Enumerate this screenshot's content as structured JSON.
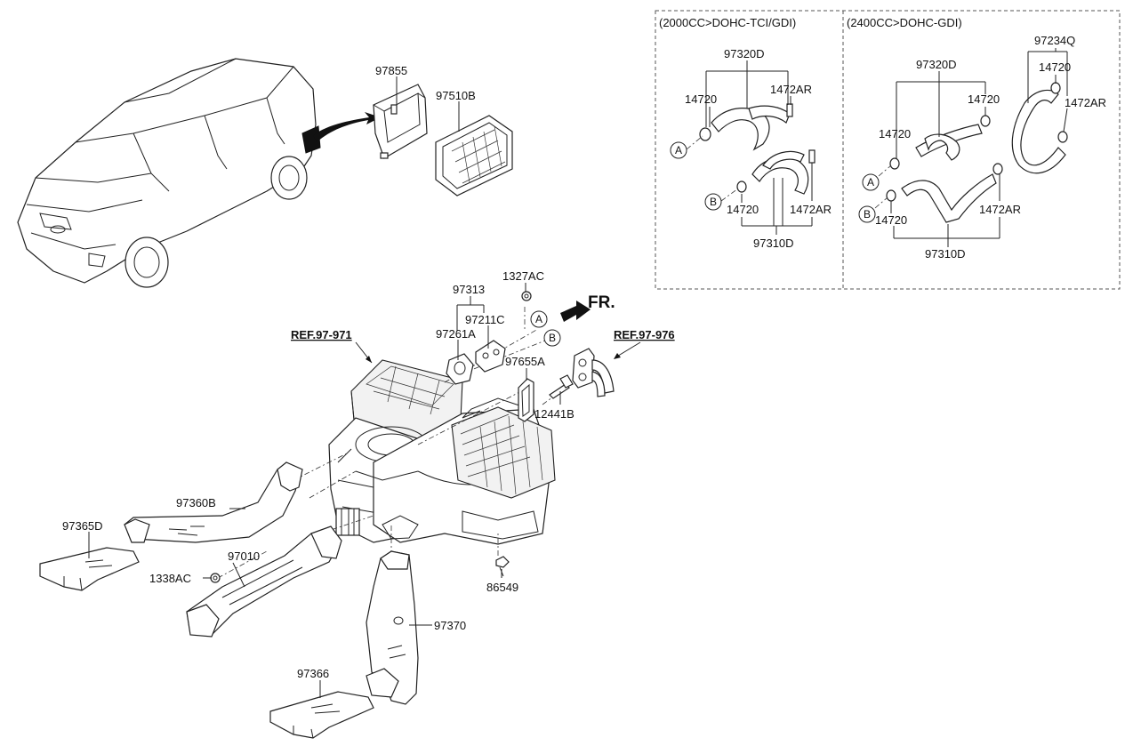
{
  "diagram": {
    "variant_headers": {
      "left": "(2000CC>DOHC-TCI/GDI)",
      "right": "(2400CC>DOHC-GDI)"
    },
    "references": {
      "ref_97_971": "REF.97-971",
      "ref_97_976": "REF.97-976"
    },
    "front_marker": "FR.",
    "callouts": {
      "a": "A",
      "b": "B"
    },
    "main_labels": {
      "p97855": "97855",
      "p97510B": "97510B",
      "p1327AC": "1327AC",
      "p97313": "97313",
      "p97211C": "97211C",
      "p97261A": "97261A",
      "p97655A": "97655A",
      "p12441B": "12441B",
      "p97360B": "97360B",
      "p97365D": "97365D",
      "p97010": "97010",
      "p1338AC": "1338AC",
      "p86549": "86549",
      "p97370": "97370",
      "p97366": "97366"
    },
    "inset_left": {
      "p97320D": "97320D",
      "p14720_top": "14720",
      "p1472AR_top": "1472AR",
      "p14720_bot": "14720",
      "p1472AR_bot": "1472AR",
      "p97310D": "97310D"
    },
    "inset_right": {
      "p97234Q": "97234Q",
      "p14720_q": "14720",
      "p97320D": "97320D",
      "p14720_mid": "14720",
      "p1472AR_q": "1472AR",
      "p14720_left": "14720",
      "p1472AR_bot": "1472AR",
      "p14720_bot": "14720",
      "p97310D": "97310D"
    }
  }
}
